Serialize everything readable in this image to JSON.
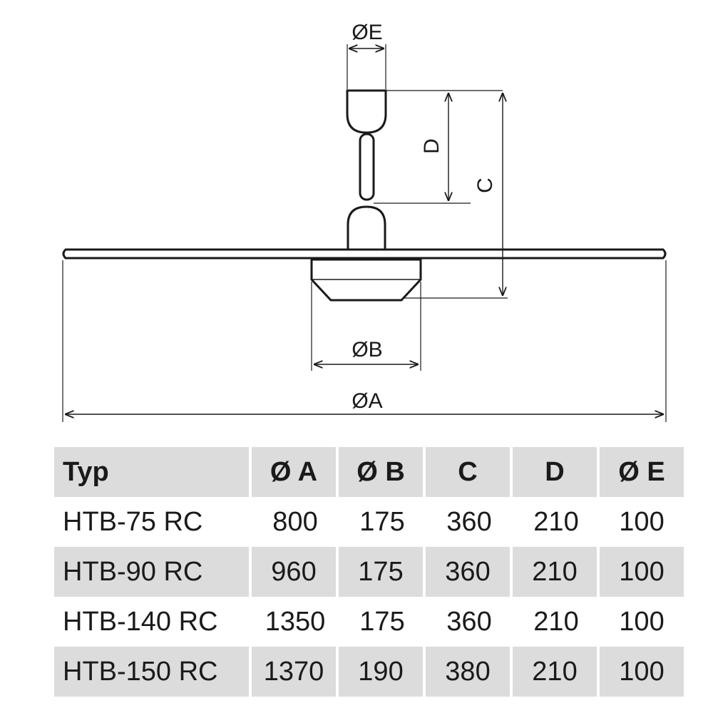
{
  "diagram": {
    "labels": {
      "dia_e": "ØE",
      "dim_d": "D",
      "dim_c": "C",
      "dia_b": "ØB",
      "dia_a": "ØA"
    }
  },
  "table": {
    "headers": [
      "Typ",
      "Ø A",
      "Ø B",
      "C",
      "D",
      "Ø E"
    ],
    "rows": [
      [
        "HTB-75 RC",
        "800",
        "175",
        "360",
        "210",
        "100"
      ],
      [
        "HTB-90 RC",
        "960",
        "175",
        "360",
        "210",
        "100"
      ],
      [
        "HTB-140 RC",
        "1350",
        "175",
        "360",
        "210",
        "100"
      ],
      [
        "HTB-150 RC",
        "1370",
        "190",
        "380",
        "210",
        "100"
      ]
    ],
    "colors": {
      "header_bg": "#dcdcdc",
      "stripe_bg": "#dcdcdc",
      "text": "#1a1a1a"
    }
  }
}
